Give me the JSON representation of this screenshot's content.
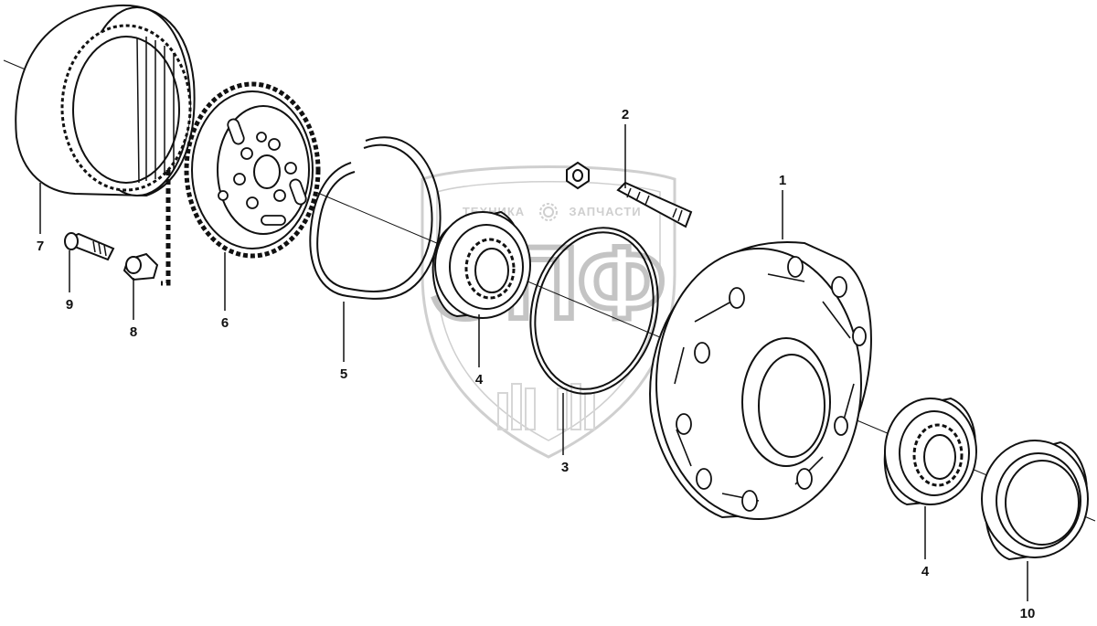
{
  "watermark": {
    "brand_top_left": "ТЕХНИКА",
    "brand_top_right": "ЗАПЧАСТИ",
    "monogram": "ЭПФ",
    "gear_icon": "gear-icon",
    "color": "#c8c8c8"
  },
  "colors": {
    "line": "#111111",
    "background": "#ffffff"
  },
  "callouts": {
    "c1": "1",
    "c2": "2",
    "c3": "3",
    "c4a": "4",
    "c4b": "4",
    "c5": "5",
    "c6": "6",
    "c7": "7",
    "c8": "8",
    "c9": "9",
    "c10": "10"
  }
}
